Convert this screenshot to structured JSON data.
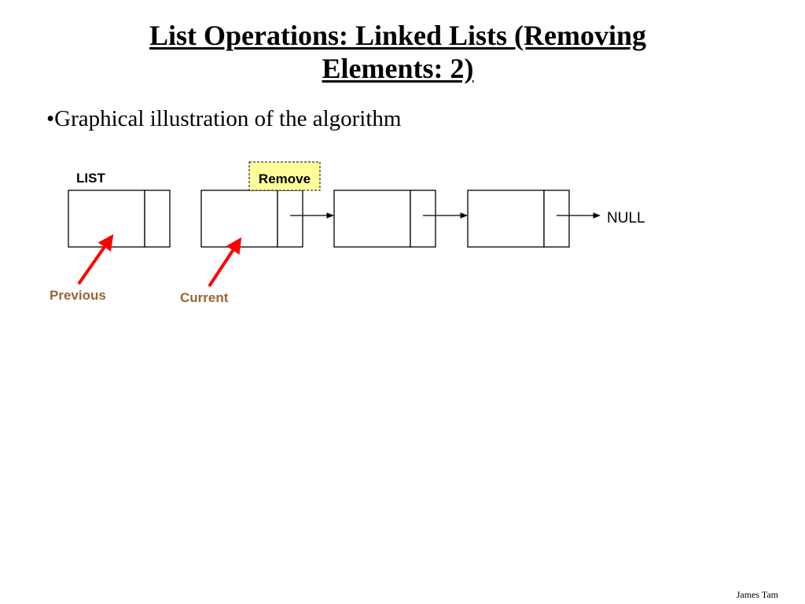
{
  "slide": {
    "title_line1": "List Operations: Linked Lists (Removing",
    "title_line2": "Elements: 2)",
    "bullet": "•Graphical illustration of the algorithm",
    "footer": "James Tam"
  },
  "diagram": {
    "head_label": "LIST",
    "remove_label": "Remove",
    "null_label": "NULL",
    "previous_label": "Previous",
    "current_label": "Current",
    "colors": {
      "pointer_arrow": "#ff0000",
      "pointer_label": "#996633",
      "remove_fill": "#ffff99",
      "outline": "#000000"
    }
  }
}
